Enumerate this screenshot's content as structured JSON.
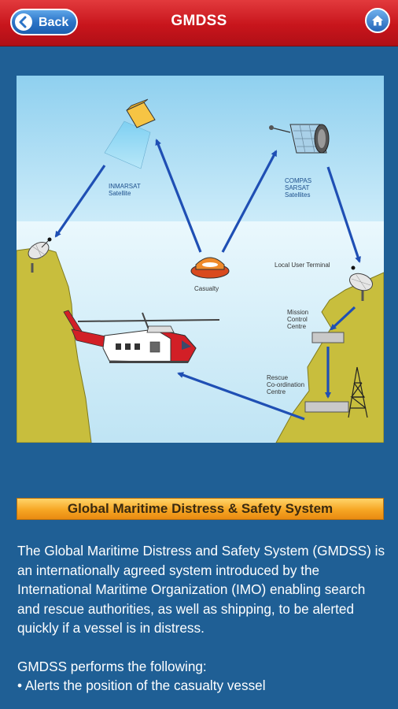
{
  "header": {
    "title": "GMDSS",
    "back_label": "Back"
  },
  "diagram": {
    "labels": {
      "inmarsat": [
        "INMARSAT",
        "Satellite"
      ],
      "cospas": [
        "COMPAS",
        "SARSAT",
        "Satellites"
      ],
      "casualty": "Casualty",
      "lut": "Local User Terminal",
      "mcc": [
        "Mission",
        "Control",
        "Centre"
      ],
      "rcc": [
        "Rescue",
        "Co-ordination",
        "Centre"
      ]
    }
  },
  "section": {
    "heading": "Global Maritime Distress & Safety System",
    "paragraph": "The Global Maritime Distress and Safety System (GMDSS) is an internationally agreed system introduced by the International Maritime Organization (IMO) enabling search and rescue authorities, as well as shipping, to be alerted quickly if a vessel is in distress.",
    "list_intro": "GMDSS performs the following:",
    "list_items": [
      "• Alerts the position of the casualty vessel"
    ]
  },
  "colors": {
    "navbar": "#c8151c",
    "background": "#1f5f95",
    "banner": "#f6a623",
    "arrow": "#1f4fb4"
  }
}
